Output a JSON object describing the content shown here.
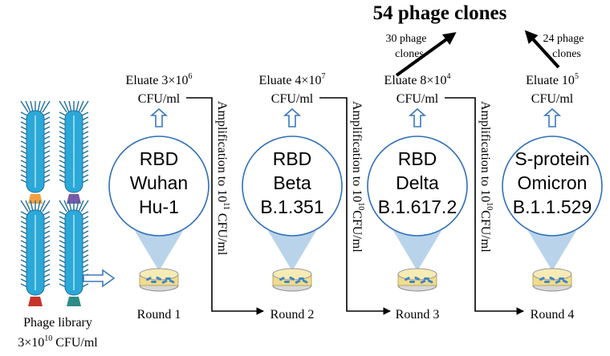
{
  "result": {
    "title": "54 phage clones",
    "left_count_lines": [
      "30 phage",
      "clones"
    ],
    "right_count_lines": [
      "24 phage",
      "clones"
    ]
  },
  "library": {
    "label_line1": "Phage library",
    "label_line2_base": "3×10",
    "label_line2_exp": "10",
    "label_line2_unit": " CFU/ml"
  },
  "rounds": [
    {
      "label": "Round 1",
      "target_lines": [
        "RBD",
        "Wuhan",
        "Hu-1"
      ],
      "eluate_base": "Eluate 3×10",
      "eluate_exp": "6",
      "eluate_unit": "CFU/ml"
    },
    {
      "label": "Round 2",
      "target_lines": [
        "RBD",
        "Beta",
        "B.1.351"
      ],
      "eluate_base": "Eluate 4×10",
      "eluate_exp": "7",
      "eluate_unit": "CFU/ml"
    },
    {
      "label": "Round 3",
      "target_lines": [
        "RBD",
        "Delta",
        "B.1.617.2"
      ],
      "eluate_base": "Eluate 8×10",
      "eluate_exp": "4",
      "eluate_unit": "CFU/ml"
    },
    {
      "label": "Round 4",
      "target_lines": [
        "S-protein",
        "Omicron",
        "B.1.1.529"
      ],
      "eluate_base": "Eluate 10",
      "eluate_exp": "5",
      "eluate_unit": "CFU/ml"
    }
  ],
  "amplifications": [
    {
      "base": "Amplification to 10",
      "exp": "11",
      "unit": " CFU/ml"
    },
    {
      "base": "Amplification to 10",
      "exp": "10",
      "unit": "CFU/ml"
    },
    {
      "base": "Amplification to 10",
      "exp": "10",
      "unit": "CFU/ml"
    }
  ],
  "colors": {
    "phage_body": "#2aa8d8",
    "phage_dark": "#1f6f9c",
    "bubble_stroke": "#2f6fb8",
    "cone_fill": "#b9d4ea",
    "dish_liquid": "#f0dc8c",
    "open_arrow": "#3a78c0"
  }
}
